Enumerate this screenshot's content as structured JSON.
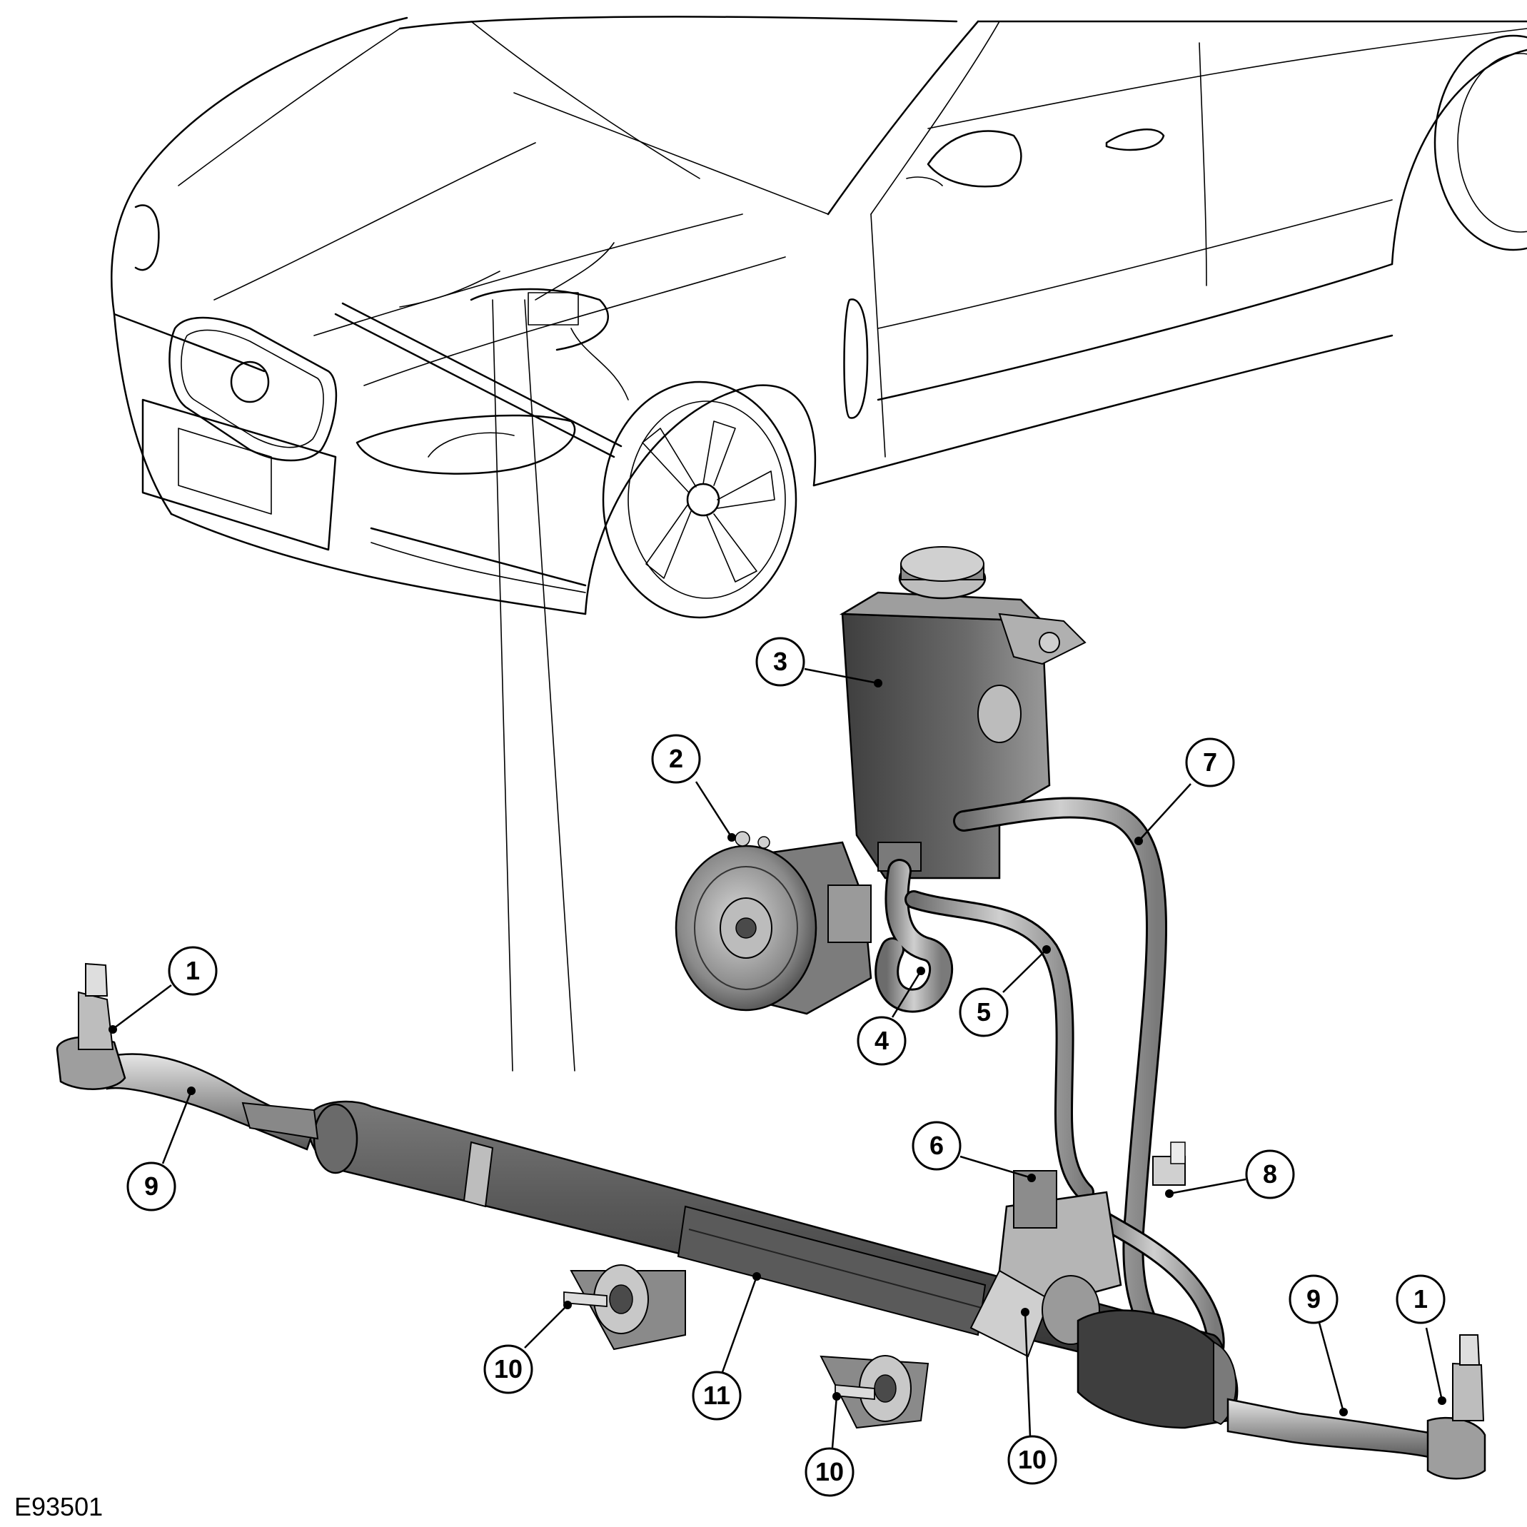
{
  "figure": {
    "reference_code": "E93501",
    "callouts": [
      {
        "id": "c1-left",
        "label": "1"
      },
      {
        "id": "c1-right",
        "label": "1"
      },
      {
        "id": "c2",
        "label": "2"
      },
      {
        "id": "c3",
        "label": "3"
      },
      {
        "id": "c4",
        "label": "4"
      },
      {
        "id": "c5",
        "label": "5"
      },
      {
        "id": "c6",
        "label": "6"
      },
      {
        "id": "c7",
        "label": "7"
      },
      {
        "id": "c8",
        "label": "8"
      },
      {
        "id": "c9-left",
        "label": "9"
      },
      {
        "id": "c9-right",
        "label": "9"
      },
      {
        "id": "c10-a",
        "label": "10"
      },
      {
        "id": "c10-b",
        "label": "10"
      },
      {
        "id": "c10-c",
        "label": "10"
      },
      {
        "id": "c11",
        "label": "11"
      }
    ]
  },
  "colors": {
    "line": "#000000",
    "background": "#ffffff",
    "part_dark": "#4a4a4a",
    "part_mid": "#8a8a8a",
    "part_light": "#c4c4c4",
    "hose": "#9c9c9c"
  }
}
